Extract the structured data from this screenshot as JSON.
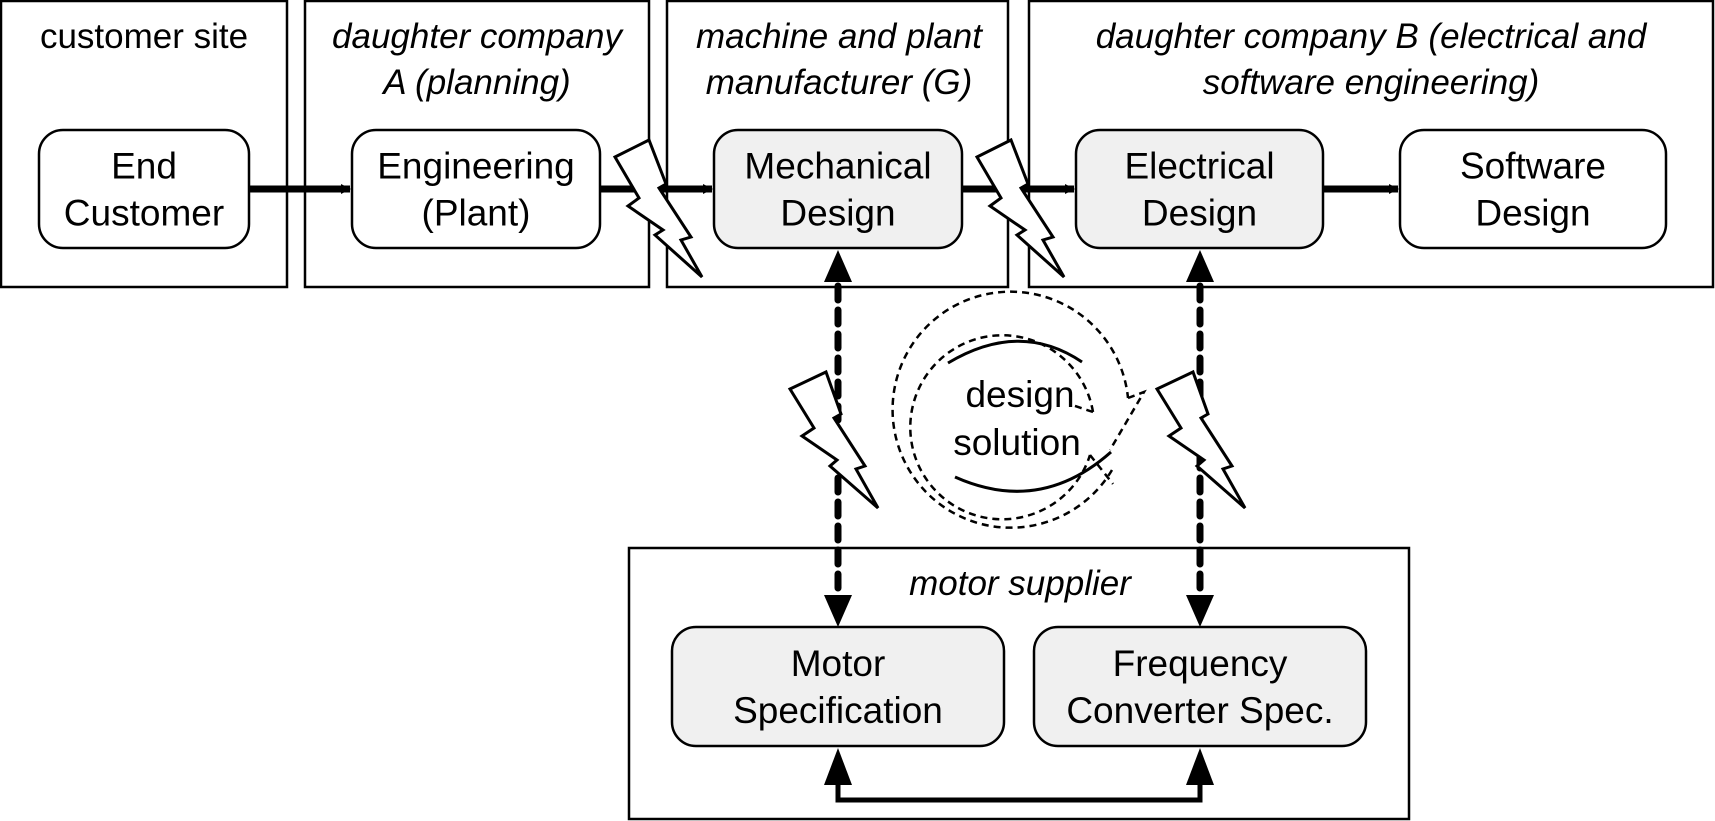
{
  "diagram": {
    "colors": {
      "stroke": "#000000",
      "highlight_fill": "#f0f0f0",
      "plain_fill": "#ffffff"
    },
    "organizations": [
      {
        "id": "customer-site",
        "lines": [
          "customer site"
        ],
        "italic": false
      },
      {
        "id": "daughter-company-a",
        "lines": [
          "daughter company",
          "A (planning)"
        ],
        "italic": true
      },
      {
        "id": "machine-manufacturer",
        "lines": [
          "machine and plant",
          "manufacturer (G)"
        ],
        "italic": true
      },
      {
        "id": "daughter-company-b",
        "lines": [
          "daughter company B (electrical and",
          "software engineering)"
        ],
        "italic": true
      },
      {
        "id": "motor-supplier",
        "lines": [
          "motor supplier"
        ],
        "italic": true
      }
    ],
    "nodes": [
      {
        "id": "end-customer",
        "lines": [
          "End",
          "Customer"
        ],
        "highlighted": false
      },
      {
        "id": "engineering-plant",
        "lines": [
          "Engineering",
          "(Plant)"
        ],
        "highlighted": false
      },
      {
        "id": "mechanical-design",
        "lines": [
          "Mechanical",
          "Design"
        ],
        "highlighted": true
      },
      {
        "id": "electrical-design",
        "lines": [
          "Electrical",
          "Design"
        ],
        "highlighted": true
      },
      {
        "id": "software-design",
        "lines": [
          "Software",
          "Design"
        ],
        "highlighted": false
      },
      {
        "id": "motor-specification",
        "lines": [
          "Motor",
          "Specification"
        ],
        "highlighted": true
      },
      {
        "id": "frequency-converter-spec",
        "lines": [
          "Frequency",
          "Converter Spec."
        ],
        "highlighted": true
      }
    ],
    "edges": [
      {
        "from": "end-customer",
        "to": "engineering-plant",
        "style": "solid",
        "conflict": false
      },
      {
        "from": "engineering-plant",
        "to": "mechanical-design",
        "style": "solid",
        "conflict": true
      },
      {
        "from": "mechanical-design",
        "to": "electrical-design",
        "style": "solid",
        "conflict": true
      },
      {
        "from": "electrical-design",
        "to": "software-design",
        "style": "solid",
        "conflict": false
      },
      {
        "from": "mechanical-design",
        "to": "motor-specification",
        "style": "dashed",
        "bidirectional": true,
        "conflict": true
      },
      {
        "from": "electrical-design",
        "to": "frequency-converter-spec",
        "style": "dashed",
        "bidirectional": true,
        "conflict": true
      },
      {
        "from": "motor-specification",
        "to": "frequency-converter-spec",
        "style": "solid-elbow",
        "bidirectional": true,
        "conflict": false
      }
    ],
    "center": {
      "lines": [
        "design",
        "solution"
      ],
      "icon": "cycle-arrows-icon"
    }
  }
}
